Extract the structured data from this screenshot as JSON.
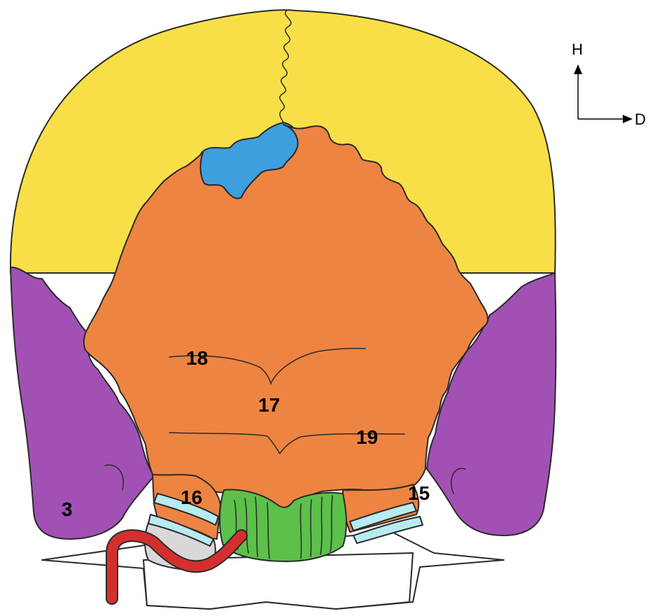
{
  "colors": {
    "background": "#ffffff",
    "parietal": "#f9df47",
    "interparietal": "#3d9fde",
    "occipital": "#ee8442",
    "temporal": "#a151b4",
    "muscle": "#5cc04a",
    "cartilage": "#b7ebf0",
    "vessel": "#d42f2f",
    "bone_grey": "#d8d8d8",
    "outline": "#2a2a2a"
  },
  "labels": {
    "l18": "18",
    "l17": "17",
    "l19": "19",
    "l16": "16",
    "l15": "15",
    "l3": "3"
  },
  "orientation": {
    "up": "H",
    "right": "D"
  }
}
